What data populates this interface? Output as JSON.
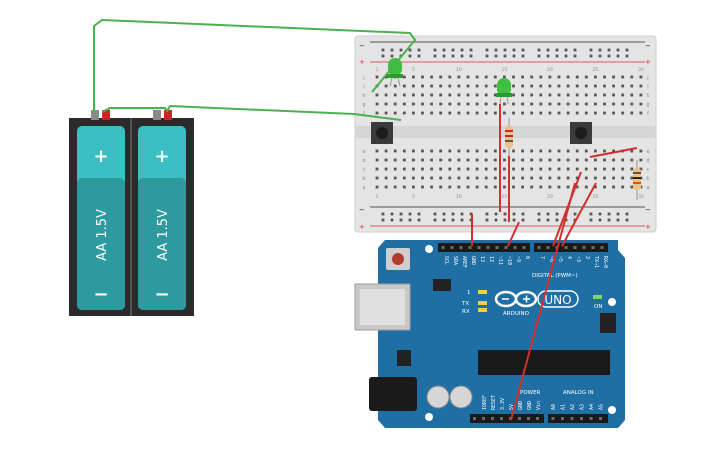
{
  "batteries": [
    {
      "label": "AA 1.5V",
      "plus": "+",
      "minus": "−"
    },
    {
      "label": "AA 1.5V",
      "plus": "+",
      "minus": "−"
    }
  ],
  "breadboard": {
    "columns": [
      "1",
      "",
      "",
      "",
      "5",
      "",
      "",
      "",
      "",
      "10",
      "",
      "",
      "",
      "",
      "15",
      "",
      "",
      "",
      "",
      "20",
      "",
      "",
      "",
      "",
      "25",
      "",
      "",
      "",
      "",
      "30"
    ],
    "rows_top": [
      "j",
      "i",
      "h",
      "g",
      "f"
    ],
    "rows_bottom": [
      "e",
      "d",
      "c",
      "b",
      "a"
    ],
    "rail_plus": "+",
    "rail_minus": "−"
  },
  "arduino": {
    "logo_text": "ARDUINO",
    "model": "UNO",
    "on_label": "ON",
    "tx_label": "TX",
    "rx_label": "RX",
    "l_label": "1",
    "digital_header": "DIGITAL (PWM~)",
    "digital_pins": [
      "SCL",
      "SDA",
      "AREF",
      "GND",
      "13",
      "12",
      "~11",
      "~10",
      "~9",
      "8",
      "7",
      "~6",
      "~5",
      "4",
      "~3",
      "2",
      "TX→1",
      "RX←0"
    ],
    "power_header": "POWER",
    "analog_header": "ANALOG IN",
    "power_pins": [
      "IOREF",
      "RESET",
      "3.3V",
      "5V",
      "GND",
      "GND",
      "Vin"
    ],
    "analog_pins": [
      "A0",
      "A1",
      "A2",
      "A3",
      "A4",
      "A5"
    ]
  },
  "colors": {
    "wire_green": "#4caf50",
    "wire_red": "#d32f2f",
    "arduino_blue": "#1f6fa5",
    "battery_teal": "#3bbfc3",
    "battery_case": "#2b2b2b",
    "led_green": "#3fbf3f"
  }
}
